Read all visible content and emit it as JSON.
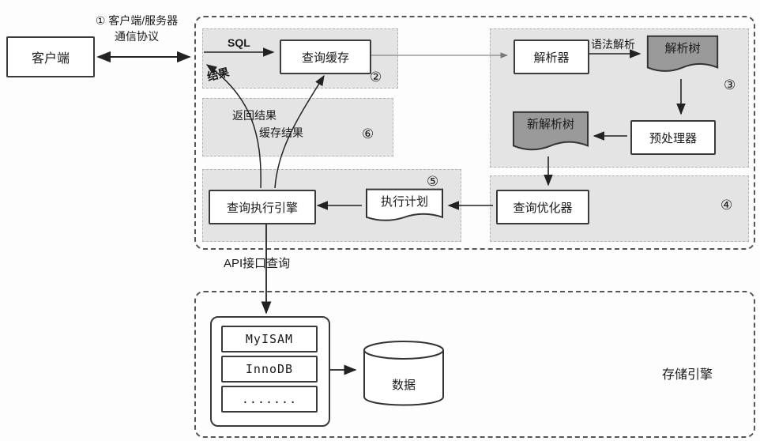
{
  "diagram": {
    "protocol": {
      "line1": "① 客户端/服务器",
      "line2": "通信协议"
    },
    "client": {
      "label": "客户端"
    },
    "server": {
      "sql_label": "SQL",
      "result_label": "结果",
      "query_cache": "查询缓存",
      "badge2": "②",
      "parser": "解析器",
      "syntax_parse": "语法解析",
      "parse_tree": "解析树",
      "badge3": "③",
      "preprocessor": "预处理器",
      "new_parse_tree": "新解析树",
      "return_result": "返回结果",
      "cache_result": "缓存结果",
      "badge6": "⑥",
      "query_optimizer": "查询优化器",
      "badge4": "④",
      "execution_plan": "执行计划",
      "badge5": "⑤",
      "query_engine": "查询执行引擎"
    },
    "api_label": "API接口查询",
    "storage": {
      "label": "存储引擎",
      "engines": [
        "MyISAM",
        "InnoDB",
        "......."
      ],
      "data_label": "数据"
    }
  },
  "colors": {
    "region_fill": "#e4e4e4",
    "doc_fill": "#9a9a9a",
    "line": "#222222"
  }
}
